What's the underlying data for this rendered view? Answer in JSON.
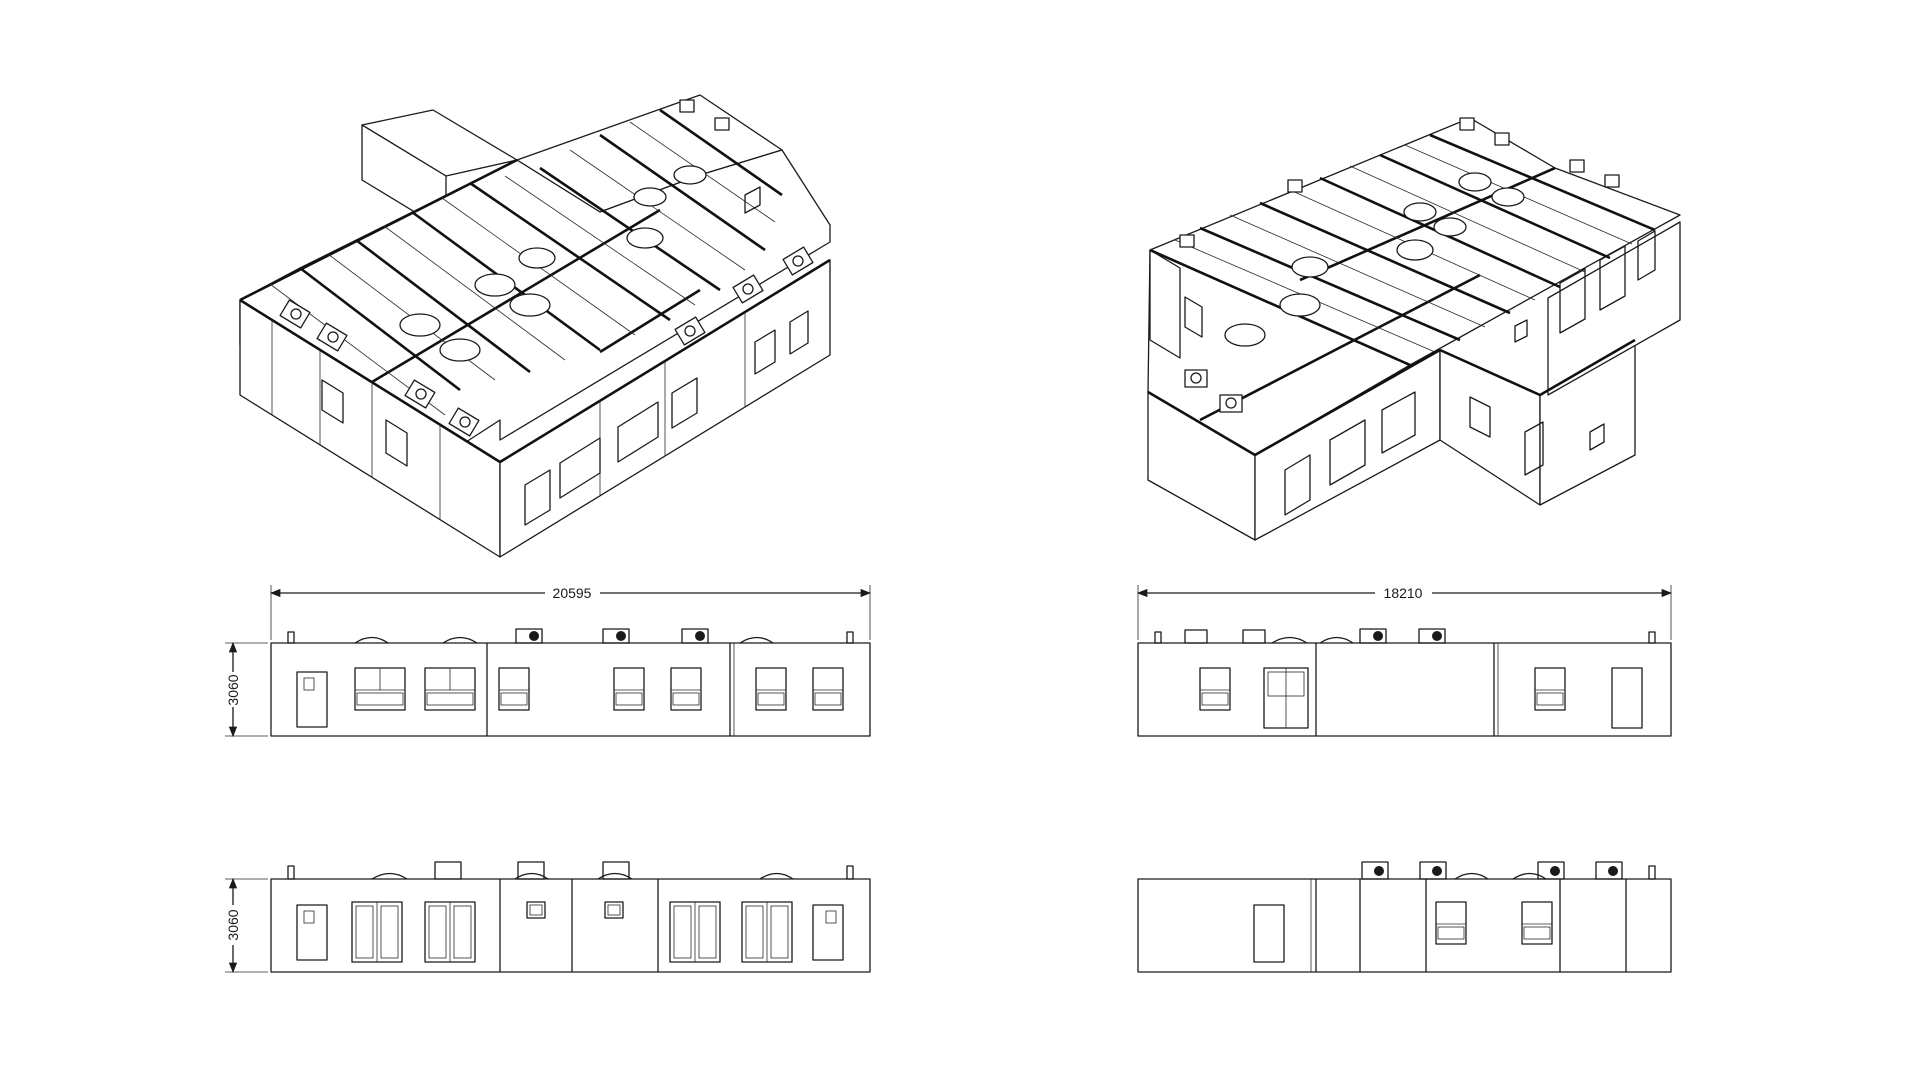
{
  "dimensions": {
    "front_left_width": "20595",
    "front_right_width": "18210",
    "height_upper": "3060",
    "height_lower": "3060"
  },
  "colors": {
    "line": "#1a1a1a",
    "background": "#ffffff"
  }
}
